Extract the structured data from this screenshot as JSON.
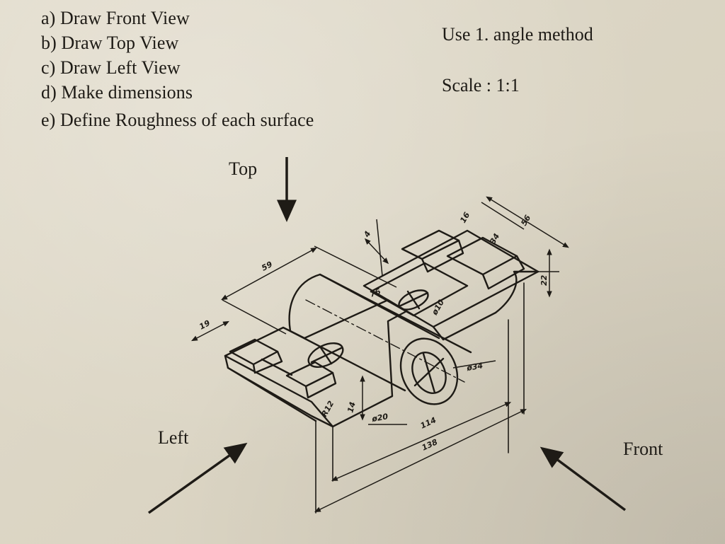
{
  "instructions": [
    "a) Draw Front View",
    "b) Draw Top View",
    "c) Draw Left View",
    "d) Make dimensions",
    "e) Define Roughness of each surface"
  ],
  "method_note": "Use 1. angle method",
  "scale_note": "Scale : 1:1",
  "view_labels": {
    "top": "Top",
    "left": "Left",
    "front": "Front"
  },
  "dimensions": {
    "length_59": "59",
    "width_19": "19",
    "slot_76": "76",
    "depth_4": "4",
    "step_16": "16",
    "width_34": "34",
    "width_56": "56",
    "height_22": "22",
    "diameter_34": "ø34",
    "diameter_20": "ø20",
    "diameter_10": "ø10",
    "radius_12": "R12",
    "height_14": "14",
    "length_114": "114",
    "length_138": "138"
  }
}
